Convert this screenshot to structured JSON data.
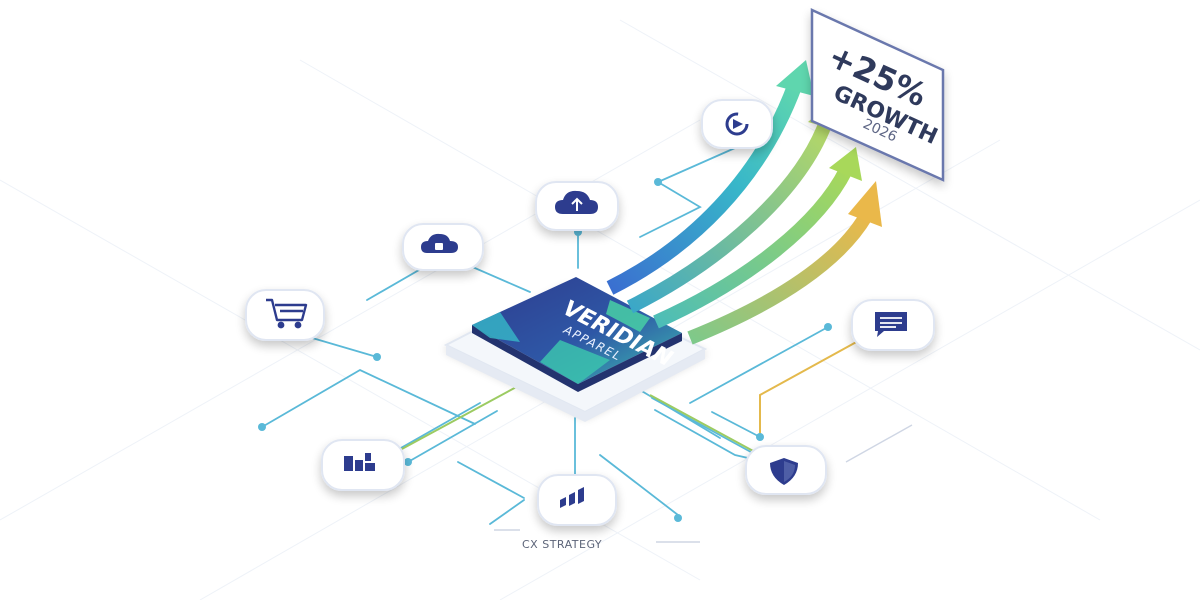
{
  "brand": {
    "name": "VERIDIAN",
    "subtitle": "APPAREL"
  },
  "growth_card": {
    "value": "+25%",
    "label": "GROWTH",
    "year": "2026"
  },
  "footer_label": "CX STRATEGY",
  "nodes": [
    {
      "id": "cart",
      "icon": "shopping-cart-icon"
    },
    {
      "id": "lock",
      "icon": "cloud-lock-icon"
    },
    {
      "id": "upload",
      "icon": "cloud-upload-icon"
    },
    {
      "id": "refresh",
      "icon": "cycle-arrows-icon"
    },
    {
      "id": "chat",
      "icon": "chat-bubble-icon"
    },
    {
      "id": "analytics",
      "icon": "analytics-icon"
    },
    {
      "id": "bars",
      "icon": "bar-chart-icon"
    },
    {
      "id": "shield",
      "icon": "shield-icon"
    }
  ],
  "growth_arrows": [
    {
      "name": "teal-arrow",
      "color": "#3fc6b0"
    },
    {
      "name": "green-arrow",
      "color": "#8fcf5e"
    },
    {
      "name": "lime-arrow",
      "color": "#b3d35a"
    },
    {
      "name": "yellow-arrow",
      "color": "#e6bf48"
    }
  ],
  "colors": {
    "navy": "#2d3c8e",
    "teal": "#3ec4b2",
    "line": "#5ab9d8",
    "card_border": "#5f6ea8"
  }
}
